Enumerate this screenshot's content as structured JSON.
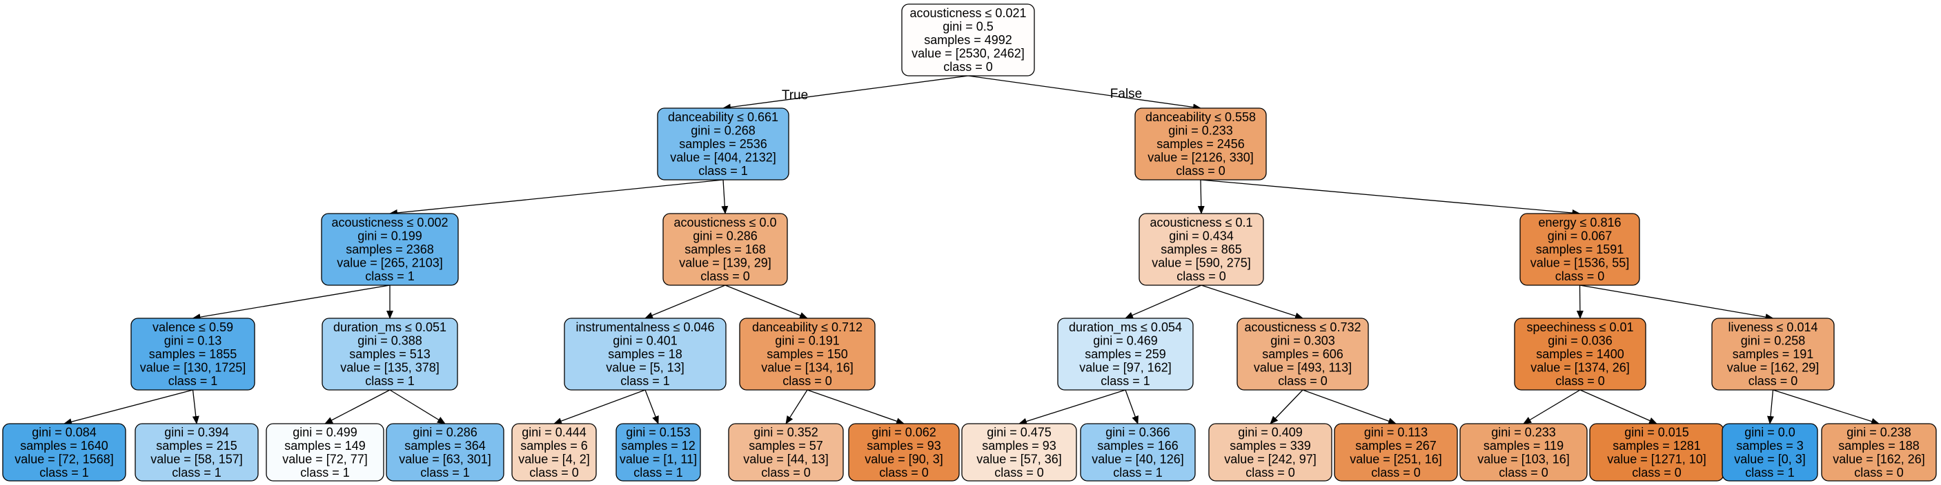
{
  "tree": {
    "branch_labels": {
      "true": "True",
      "false": "False"
    },
    "colors": {
      "class_0": "#e58139",
      "class_1": "#399de5",
      "edge": "#000000",
      "border": "#000000"
    },
    "nodes": [
      {
        "id": "n0",
        "class_index": 0,
        "lines": [
          "acousticness ≤ 0.021",
          "gini = 0.5",
          "samples = 4992",
          "value = [2530, 2462]",
          "class = 0"
        ]
      },
      {
        "id": "n1",
        "class_index": 1,
        "lines": [
          "danceability ≤ 0.661",
          "gini = 0.268",
          "samples = 2536",
          "value = [404, 2132]",
          "class = 1"
        ]
      },
      {
        "id": "n2",
        "class_index": 0,
        "lines": [
          "danceability ≤ 0.558",
          "gini = 0.233",
          "samples = 2456",
          "value = [2126, 330]",
          "class = 0"
        ]
      },
      {
        "id": "n3",
        "class_index": 1,
        "lines": [
          "acousticness ≤ 0.002",
          "gini = 0.199",
          "samples = 2368",
          "value = [265, 2103]",
          "class = 1"
        ]
      },
      {
        "id": "n4",
        "class_index": 0,
        "lines": [
          "acousticness ≤ 0.0",
          "gini = 0.286",
          "samples = 168",
          "value = [139, 29]",
          "class = 0"
        ]
      },
      {
        "id": "n5",
        "class_index": 0,
        "lines": [
          "acousticness ≤ 0.1",
          "gini = 0.434",
          "samples = 865",
          "value = [590, 275]",
          "class = 0"
        ]
      },
      {
        "id": "n6",
        "class_index": 0,
        "lines": [
          "energy ≤ 0.816",
          "gini = 0.067",
          "samples = 1591",
          "value = [1536, 55]",
          "class = 0"
        ]
      },
      {
        "id": "n7",
        "class_index": 1,
        "lines": [
          "valence ≤ 0.59",
          "gini = 0.13",
          "samples = 1855",
          "value = [130, 1725]",
          "class = 1"
        ]
      },
      {
        "id": "n8",
        "class_index": 1,
        "lines": [
          "duration_ms ≤ 0.051",
          "gini = 0.388",
          "samples = 513",
          "value = [135, 378]",
          "class = 1"
        ]
      },
      {
        "id": "n9",
        "class_index": 1,
        "lines": [
          "instrumentalness ≤ 0.046",
          "gini = 0.401",
          "samples = 18",
          "value = [5, 13]",
          "class = 1"
        ]
      },
      {
        "id": "n10",
        "class_index": 0,
        "lines": [
          "danceability ≤ 0.712",
          "gini = 0.191",
          "samples = 150",
          "value = [134, 16]",
          "class = 0"
        ]
      },
      {
        "id": "n11",
        "class_index": 1,
        "lines": [
          "duration_ms ≤ 0.054",
          "gini = 0.469",
          "samples = 259",
          "value = [97, 162]",
          "class = 1"
        ]
      },
      {
        "id": "n12",
        "class_index": 0,
        "lines": [
          "acousticness ≤ 0.732",
          "gini = 0.303",
          "samples = 606",
          "value = [493, 113]",
          "class = 0"
        ]
      },
      {
        "id": "n13",
        "class_index": 0,
        "lines": [
          "speechiness ≤ 0.01",
          "gini = 0.036",
          "samples = 1400",
          "value = [1374, 26]",
          "class = 0"
        ]
      },
      {
        "id": "n14",
        "class_index": 0,
        "lines": [
          "liveness ≤ 0.014",
          "gini = 0.258",
          "samples = 191",
          "value = [162, 29]",
          "class = 0"
        ]
      },
      {
        "id": "n15",
        "class_index": 1,
        "lines": [
          "gini = 0.084",
          "samples = 1640",
          "value = [72, 1568]",
          "class = 1"
        ]
      },
      {
        "id": "n16",
        "class_index": 1,
        "lines": [
          "gini = 0.394",
          "samples = 215",
          "value = [58, 157]",
          "class = 1"
        ]
      },
      {
        "id": "n17",
        "class_index": 1,
        "lines": [
          "gini = 0.499",
          "samples = 149",
          "value = [72, 77]",
          "class = 1"
        ]
      },
      {
        "id": "n18",
        "class_index": 1,
        "lines": [
          "gini = 0.286",
          "samples = 364",
          "value = [63, 301]",
          "class = 1"
        ]
      },
      {
        "id": "n19",
        "class_index": 0,
        "lines": [
          "gini = 0.444",
          "samples = 6",
          "value = [4, 2]",
          "class = 0"
        ]
      },
      {
        "id": "n20",
        "class_index": 1,
        "lines": [
          "gini = 0.153",
          "samples = 12",
          "value = [1, 11]",
          "class = 1"
        ]
      },
      {
        "id": "n21",
        "class_index": 0,
        "lines": [
          "gini = 0.352",
          "samples = 57",
          "value = [44, 13]",
          "class = 0"
        ]
      },
      {
        "id": "n22",
        "class_index": 0,
        "lines": [
          "gini = 0.062",
          "samples = 93",
          "value = [90, 3]",
          "class = 0"
        ]
      },
      {
        "id": "n23",
        "class_index": 0,
        "lines": [
          "gini = 0.475",
          "samples = 93",
          "value = [57, 36]",
          "class = 0"
        ]
      },
      {
        "id": "n24",
        "class_index": 1,
        "lines": [
          "gini = 0.366",
          "samples = 166",
          "value = [40, 126]",
          "class = 1"
        ]
      },
      {
        "id": "n25",
        "class_index": 0,
        "lines": [
          "gini = 0.409",
          "samples = 339",
          "value = [242, 97]",
          "class = 0"
        ]
      },
      {
        "id": "n26",
        "class_index": 0,
        "lines": [
          "gini = 0.113",
          "samples = 267",
          "value = [251, 16]",
          "class = 0"
        ]
      },
      {
        "id": "n27",
        "class_index": 0,
        "lines": [
          "gini = 0.233",
          "samples = 119",
          "value = [103, 16]",
          "class = 0"
        ]
      },
      {
        "id": "n28",
        "class_index": 0,
        "lines": [
          "gini = 0.015",
          "samples = 1281",
          "value = [1271, 10]",
          "class = 0"
        ]
      },
      {
        "id": "n29",
        "class_index": 1,
        "lines": [
          "gini = 0.0",
          "samples = 3",
          "value = [0, 3]",
          "class = 1"
        ]
      },
      {
        "id": "n30",
        "class_index": 0,
        "lines": [
          "gini = 0.238",
          "samples = 188",
          "value = [162, 26]",
          "class = 0"
        ]
      }
    ],
    "edges": [
      [
        "n0",
        "n1"
      ],
      [
        "n0",
        "n2"
      ],
      [
        "n1",
        "n3"
      ],
      [
        "n1",
        "n4"
      ],
      [
        "n2",
        "n5"
      ],
      [
        "n2",
        "n6"
      ],
      [
        "n3",
        "n7"
      ],
      [
        "n3",
        "n8"
      ],
      [
        "n4",
        "n9"
      ],
      [
        "n4",
        "n10"
      ],
      [
        "n5",
        "n11"
      ],
      [
        "n5",
        "n12"
      ],
      [
        "n6",
        "n13"
      ],
      [
        "n6",
        "n14"
      ],
      [
        "n7",
        "n15"
      ],
      [
        "n7",
        "n16"
      ],
      [
        "n8",
        "n17"
      ],
      [
        "n8",
        "n18"
      ],
      [
        "n9",
        "n19"
      ],
      [
        "n9",
        "n20"
      ],
      [
        "n10",
        "n21"
      ],
      [
        "n10",
        "n22"
      ],
      [
        "n11",
        "n23"
      ],
      [
        "n11",
        "n24"
      ],
      [
        "n12",
        "n25"
      ],
      [
        "n12",
        "n26"
      ],
      [
        "n13",
        "n27"
      ],
      [
        "n13",
        "n28"
      ],
      [
        "n14",
        "n29"
      ],
      [
        "n14",
        "n30"
      ]
    ]
  }
}
